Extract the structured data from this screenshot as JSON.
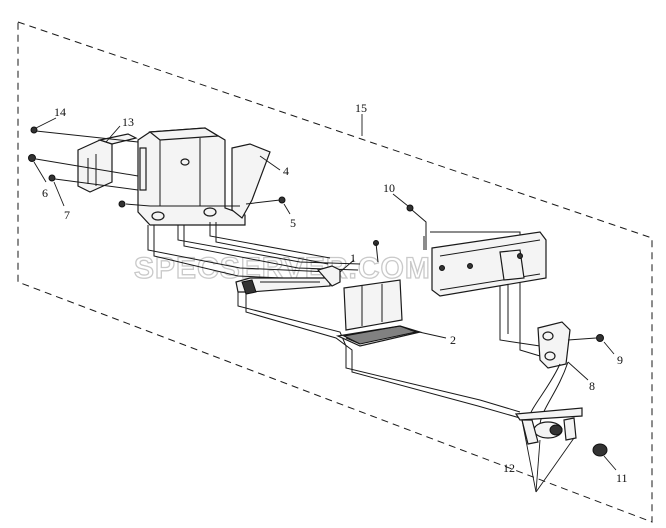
{
  "watermark": "SPECSERVER.COM",
  "callouts": {
    "c1": "1",
    "c2": "2",
    "c4": "4",
    "c5": "5",
    "c6": "6",
    "c7": "7",
    "c8": "8",
    "c9": "9",
    "c10": "10",
    "c11": "11",
    "c12": "12",
    "c13": "13",
    "c14": "14",
    "c15": "15"
  }
}
